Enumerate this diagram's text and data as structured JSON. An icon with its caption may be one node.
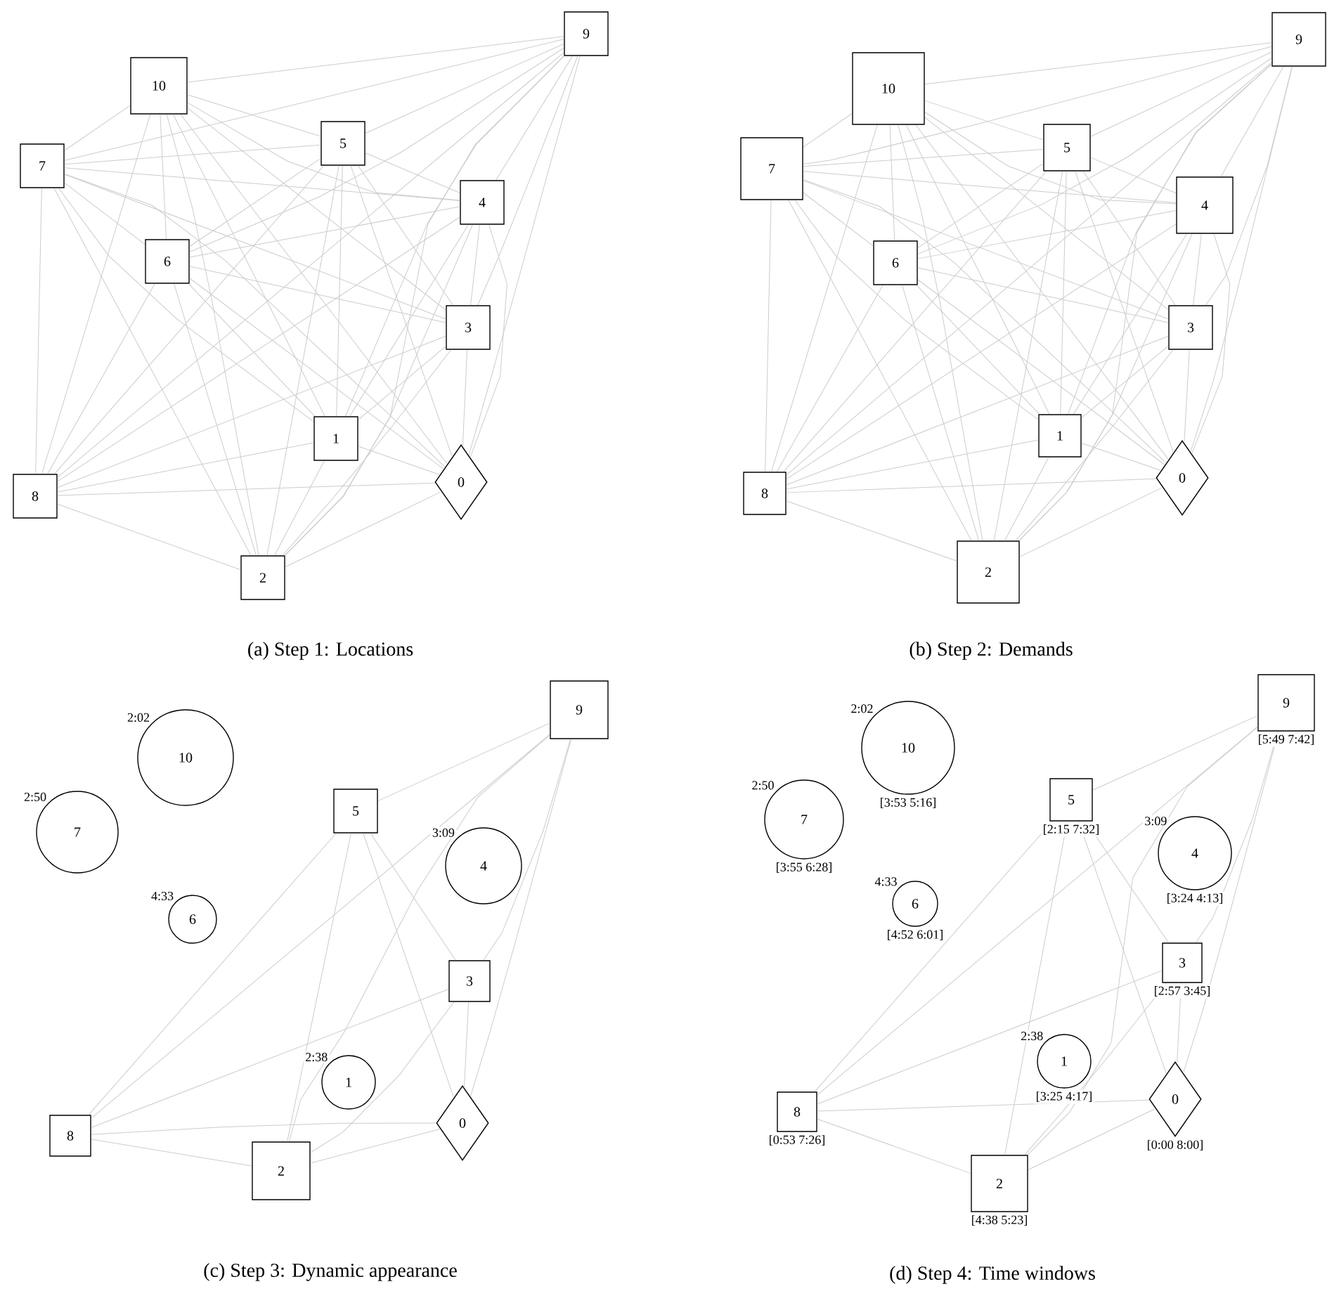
{
  "diagram": {
    "nodes": [
      {
        "text": [
          "0"
        ]
      },
      {
        "text": [
          "1"
        ]
      },
      {
        "text": [
          "2"
        ]
      },
      {
        "text": [
          "3"
        ]
      },
      {
        "text": [
          "4"
        ]
      },
      {
        "text": [
          "5"
        ]
      },
      {
        "text": [
          "6"
        ]
      },
      {
        "text": [
          "7"
        ]
      },
      {
        "text": [
          "8"
        ]
      },
      {
        "text": [
          "9"
        ]
      },
      {
        "text": [
          "10"
        ]
      },
      {
        "text": [
          "0"
        ]
      },
      {
        "text": [
          "1"
        ]
      },
      {
        "text": [
          "2"
        ]
      },
      {
        "text": [
          "3"
        ]
      },
      {
        "text": [
          "4"
        ]
      },
      {
        "text": [
          "5"
        ]
      },
      {
        "text": [
          "6"
        ]
      },
      {
        "text": [
          "7"
        ]
      },
      {
        "text": [
          "8"
        ]
      },
      {
        "text": [
          "9"
        ]
      },
      {
        "text": [
          "10"
        ]
      },
      {
        "text": [
          "0"
        ]
      },
      {
        "text": [
          "1"
        ],
        "beside": [
          "2:38"
        ]
      },
      {
        "text": [
          "2"
        ]
      },
      {
        "text": [
          "3"
        ]
      },
      {
        "text": [
          "4"
        ],
        "beside": [
          "3:09"
        ]
      },
      {
        "text": [
          "5"
        ]
      },
      {
        "text": [
          "6"
        ],
        "beside": [
          "4:33"
        ]
      },
      {
        "text": [
          "7"
        ],
        "beside": [
          "2:50"
        ]
      },
      {
        "text": [
          "8"
        ]
      },
      {
        "text": [
          "9"
        ]
      },
      {
        "text": [
          "10"
        ],
        "beside": [
          "2:02"
        ]
      },
      {
        "text": [
          "0"
        ],
        "beside": [
          "[0:00 8:00]"
        ]
      },
      {
        "text": [
          "1"
        ],
        "beside": [
          "2:38",
          "[3:25 4:17]"
        ]
      },
      {
        "text": [
          "2"
        ],
        "beside": [
          "[4:38 5:23]"
        ]
      },
      {
        "text": [
          "3"
        ],
        "beside": [
          "[2:57 3:45]"
        ]
      },
      {
        "text": [
          "4"
        ],
        "beside": [
          "3:09",
          "[3:24 4:13]"
        ]
      },
      {
        "text": [
          "5"
        ],
        "beside": [
          "[2:15 7:32]"
        ]
      },
      {
        "text": [
          "6"
        ],
        "beside": [
          "4:33",
          "[4:52 6:01]"
        ]
      },
      {
        "text": [
          "7"
        ],
        "beside": [
          "2:50",
          "[3:55 6:28]"
        ]
      },
      {
        "text": [
          "8"
        ],
        "beside": [
          "[0:53 7:26]"
        ]
      },
      {
        "text": [
          "9"
        ],
        "beside": [
          "[5:49 7:42]"
        ]
      },
      {
        "text": [
          "10"
        ],
        "beside": [
          "2:02",
          "[3:53 5:16]"
        ]
      }
    ],
    "edges": [
      {
        "from": 0,
        "to": 1,
        "arrow": "none"
      },
      {
        "from": 0,
        "to": 2,
        "arrow": "none"
      },
      {
        "from": 0,
        "to": 3,
        "arrow": "none"
      },
      {
        "from": 0,
        "to": 4,
        "arrow": "none"
      },
      {
        "from": 0,
        "to": 5,
        "arrow": "none"
      },
      {
        "from": 0,
        "to": 6,
        "arrow": "none"
      },
      {
        "from": 0,
        "to": 7,
        "arrow": "none"
      },
      {
        "from": 0,
        "to": 8,
        "arrow": "none"
      },
      {
        "from": 0,
        "to": 9,
        "arrow": "none"
      },
      {
        "from": 0,
        "to": 10,
        "arrow": "none"
      },
      {
        "from": 1,
        "to": 2,
        "arrow": "none"
      },
      {
        "from": 1,
        "to": 3,
        "arrow": "none"
      },
      {
        "from": 1,
        "to": 4,
        "arrow": "none"
      },
      {
        "from": 1,
        "to": 5,
        "arrow": "none"
      },
      {
        "from": 1,
        "to": 6,
        "arrow": "none"
      },
      {
        "from": 1,
        "to": 7,
        "arrow": "none"
      },
      {
        "from": 1,
        "to": 8,
        "arrow": "none"
      },
      {
        "from": 1,
        "to": 9,
        "arrow": "none"
      },
      {
        "from": 1,
        "to": 10,
        "arrow": "none"
      },
      {
        "from": 2,
        "to": 3,
        "arrow": "none"
      },
      {
        "from": 2,
        "to": 4,
        "arrow": "none"
      },
      {
        "from": 2,
        "to": 5,
        "arrow": "none"
      },
      {
        "from": 2,
        "to": 6,
        "arrow": "none"
      },
      {
        "from": 2,
        "to": 7,
        "arrow": "none"
      },
      {
        "from": 2,
        "to": 8,
        "arrow": "none"
      },
      {
        "from": 2,
        "to": 9,
        "arrow": "none"
      },
      {
        "from": 2,
        "to": 10,
        "arrow": "none"
      },
      {
        "from": 3,
        "to": 4,
        "arrow": "none"
      },
      {
        "from": 3,
        "to": 5,
        "arrow": "none"
      },
      {
        "from": 3,
        "to": 6,
        "arrow": "none"
      },
      {
        "from": 3,
        "to": 7,
        "arrow": "none"
      },
      {
        "from": 3,
        "to": 8,
        "arrow": "none"
      },
      {
        "from": 3,
        "to": 9,
        "arrow": "none"
      },
      {
        "from": 3,
        "to": 10,
        "arrow": "none"
      },
      {
        "from": 4,
        "to": 5,
        "arrow": "none"
      },
      {
        "from": 4,
        "to": 6,
        "arrow": "none"
      },
      {
        "from": 4,
        "to": 7,
        "arrow": "none"
      },
      {
        "from": 4,
        "to": 8,
        "arrow": "none"
      },
      {
        "from": 4,
        "to": 9,
        "arrow": "none"
      },
      {
        "from": 4,
        "to": 10,
        "arrow": "none"
      },
      {
        "from": 5,
        "to": 6,
        "arrow": "none"
      },
      {
        "from": 5,
        "to": 7,
        "arrow": "none"
      },
      {
        "from": 5,
        "to": 8,
        "arrow": "none"
      },
      {
        "from": 5,
        "to": 9,
        "arrow": "none"
      },
      {
        "from": 5,
        "to": 10,
        "arrow": "none"
      },
      {
        "from": 6,
        "to": 7,
        "arrow": "none"
      },
      {
        "from": 6,
        "to": 8,
        "arrow": "none"
      },
      {
        "from": 6,
        "to": 9,
        "arrow": "none"
      },
      {
        "from": 6,
        "to": 10,
        "arrow": "none"
      },
      {
        "from": 7,
        "to": 8,
        "arrow": "none"
      },
      {
        "from": 7,
        "to": 9,
        "arrow": "none"
      },
      {
        "from": 7,
        "to": 10,
        "arrow": "none"
      },
      {
        "from": 8,
        "to": 9,
        "arrow": "none"
      },
      {
        "from": 8,
        "to": 10,
        "arrow": "none"
      },
      {
        "from": 9,
        "to": 10,
        "arrow": "none"
      },
      {
        "from": 11,
        "to": 12,
        "arrow": "none"
      },
      {
        "from": 11,
        "to": 13,
        "arrow": "none"
      },
      {
        "from": 11,
        "to": 14,
        "arrow": "none"
      },
      {
        "from": 11,
        "to": 15,
        "arrow": "none"
      },
      {
        "from": 11,
        "to": 16,
        "arrow": "none"
      },
      {
        "from": 11,
        "to": 17,
        "arrow": "none"
      },
      {
        "from": 11,
        "to": 18,
        "arrow": "none"
      },
      {
        "from": 11,
        "to": 19,
        "arrow": "none"
      },
      {
        "from": 11,
        "to": 20,
        "arrow": "none"
      },
      {
        "from": 11,
        "to": 21,
        "arrow": "none"
      },
      {
        "from": 12,
        "to": 13,
        "arrow": "none"
      },
      {
        "from": 12,
        "to": 14,
        "arrow": "none"
      },
      {
        "from": 12,
        "to": 15,
        "arrow": "none"
      },
      {
        "from": 12,
        "to": 16,
        "arrow": "none"
      },
      {
        "from": 12,
        "to": 17,
        "arrow": "none"
      },
      {
        "from": 12,
        "to": 18,
        "arrow": "none"
      },
      {
        "from": 12,
        "to": 19,
        "arrow": "none"
      },
      {
        "from": 12,
        "to": 20,
        "arrow": "none"
      },
      {
        "from": 12,
        "to": 21,
        "arrow": "none"
      },
      {
        "from": 13,
        "to": 14,
        "arrow": "none"
      },
      {
        "from": 13,
        "to": 15,
        "arrow": "none"
      },
      {
        "from": 13,
        "to": 16,
        "arrow": "none"
      },
      {
        "from": 13,
        "to": 17,
        "arrow": "none"
      },
      {
        "from": 13,
        "to": 18,
        "arrow": "none"
      },
      {
        "from": 13,
        "to": 19,
        "arrow": "none"
      },
      {
        "from": 13,
        "to": 20,
        "arrow": "none"
      },
      {
        "from": 13,
        "to": 21,
        "arrow": "none"
      },
      {
        "from": 14,
        "to": 15,
        "arrow": "none"
      },
      {
        "from": 14,
        "to": 16,
        "arrow": "none"
      },
      {
        "from": 14,
        "to": 17,
        "arrow": "none"
      },
      {
        "from": 14,
        "to": 18,
        "arrow": "none"
      },
      {
        "from": 14,
        "to": 19,
        "arrow": "none"
      },
      {
        "from": 14,
        "to": 20,
        "arrow": "none"
      },
      {
        "from": 14,
        "to": 21,
        "arrow": "none"
      },
      {
        "from": 15,
        "to": 16,
        "arrow": "none"
      },
      {
        "from": 15,
        "to": 17,
        "arrow": "none"
      },
      {
        "from": 15,
        "to": 18,
        "arrow": "none"
      },
      {
        "from": 15,
        "to": 19,
        "arrow": "none"
      },
      {
        "from": 15,
        "to": 20,
        "arrow": "none"
      },
      {
        "from": 15,
        "to": 21,
        "arrow": "none"
      },
      {
        "from": 16,
        "to": 17,
        "arrow": "none"
      },
      {
        "from": 16,
        "to": 18,
        "arrow": "none"
      },
      {
        "from": 16,
        "to": 19,
        "arrow": "none"
      },
      {
        "from": 16,
        "to": 20,
        "arrow": "none"
      },
      {
        "from": 16,
        "to": 21,
        "arrow": "none"
      },
      {
        "from": 17,
        "to": 18,
        "arrow": "none"
      },
      {
        "from": 17,
        "to": 19,
        "arrow": "none"
      },
      {
        "from": 17,
        "to": 20,
        "arrow": "none"
      },
      {
        "from": 17,
        "to": 21,
        "arrow": "none"
      },
      {
        "from": 18,
        "to": 19,
        "arrow": "none"
      },
      {
        "from": 18,
        "to": 20,
        "arrow": "none"
      },
      {
        "from": 18,
        "to": 21,
        "arrow": "none"
      },
      {
        "from": 19,
        "to": 20,
        "arrow": "none"
      },
      {
        "from": 19,
        "to": 21,
        "arrow": "none"
      },
      {
        "from": 20,
        "to": 21,
        "arrow": "none"
      },
      {
        "from": 22,
        "to": 24,
        "arrow": "none"
      },
      {
        "from": 22,
        "to": 25,
        "arrow": "none"
      },
      {
        "from": 22,
        "to": 27,
        "arrow": "none"
      },
      {
        "from": 22,
        "to": 30,
        "arrow": "none"
      },
      {
        "from": 22,
        "to": 31,
        "arrow": "none"
      },
      {
        "from": 24,
        "to": 25,
        "arrow": "none"
      },
      {
        "from": 24,
        "to": 27,
        "arrow": "none"
      },
      {
        "from": 24,
        "to": 30,
        "arrow": "none"
      },
      {
        "from": 24,
        "to": 31,
        "arrow": "none"
      },
      {
        "from": 25,
        "to": 27,
        "arrow": "none"
      },
      {
        "from": 25,
        "to": 30,
        "arrow": "none"
      },
      {
        "from": 25,
        "to": 31,
        "arrow": "none"
      },
      {
        "from": 27,
        "to": 30,
        "arrow": "none"
      },
      {
        "from": 27,
        "to": 31,
        "arrow": "none"
      },
      {
        "from": 30,
        "to": 31,
        "arrow": "none"
      },
      {
        "from": 33,
        "to": 35,
        "arrow": "none"
      },
      {
        "from": 33,
        "to": 36,
        "arrow": "none"
      },
      {
        "from": 33,
        "to": 38,
        "arrow": "none"
      },
      {
        "from": 33,
        "to": 41,
        "arrow": "none"
      },
      {
        "from": 33,
        "to": 42,
        "arrow": "none"
      },
      {
        "from": 35,
        "to": 36,
        "arrow": "none"
      },
      {
        "from": 35,
        "to": 38,
        "arrow": "none"
      },
      {
        "from": 35,
        "to": 41,
        "arrow": "none"
      },
      {
        "from": 35,
        "to": 42,
        "arrow": "none"
      },
      {
        "from": 36,
        "to": 38,
        "arrow": "none"
      },
      {
        "from": 36,
        "to": 41,
        "arrow": "none"
      },
      {
        "from": 36,
        "to": 42,
        "arrow": "none"
      },
      {
        "from": 38,
        "to": 41,
        "arrow": "none"
      },
      {
        "from": 38,
        "to": 42,
        "arrow": "none"
      },
      {
        "from": 41,
        "to": 42,
        "arrow": "none"
      }
    ],
    "labels": [
      "(a) Step 1: Locations",
      "(b) Step 2: Demands",
      "(c) Step 3: Dynamic appearance",
      "(d) Step 4: Time windows"
    ]
  }
}
